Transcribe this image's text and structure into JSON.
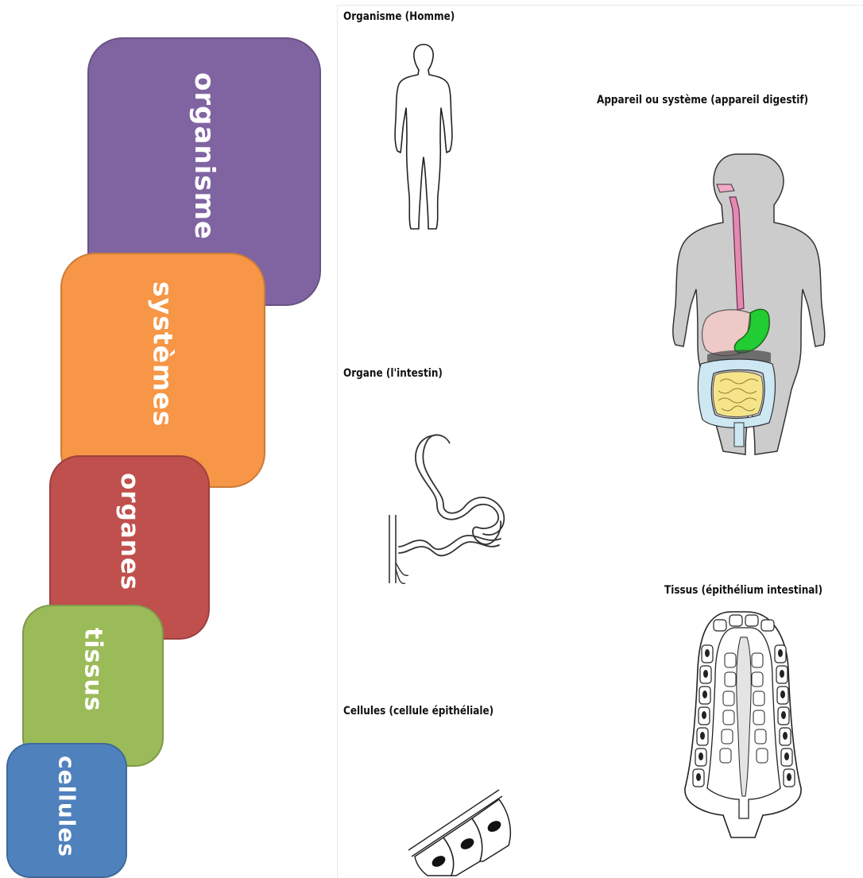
{
  "levels": [
    {
      "label": "organisme",
      "color": "#8064a2"
    },
    {
      "label": "systèmes",
      "color": "#f79646"
    },
    {
      "label": "organes",
      "color": "#c0504d"
    },
    {
      "label": "tissus",
      "color": "#9bbb59"
    },
    {
      "label": "cellules",
      "color": "#4f81bd"
    }
  ],
  "captions": {
    "organisme": "Organisme (Homme)",
    "appareil": "Appareil ou système (appareil digestif)",
    "organe": "Organe (l'intestin)",
    "tissus": "Tissus (épithélium intestinal)",
    "cellules": "Cellules (cellule épithéliale)"
  }
}
